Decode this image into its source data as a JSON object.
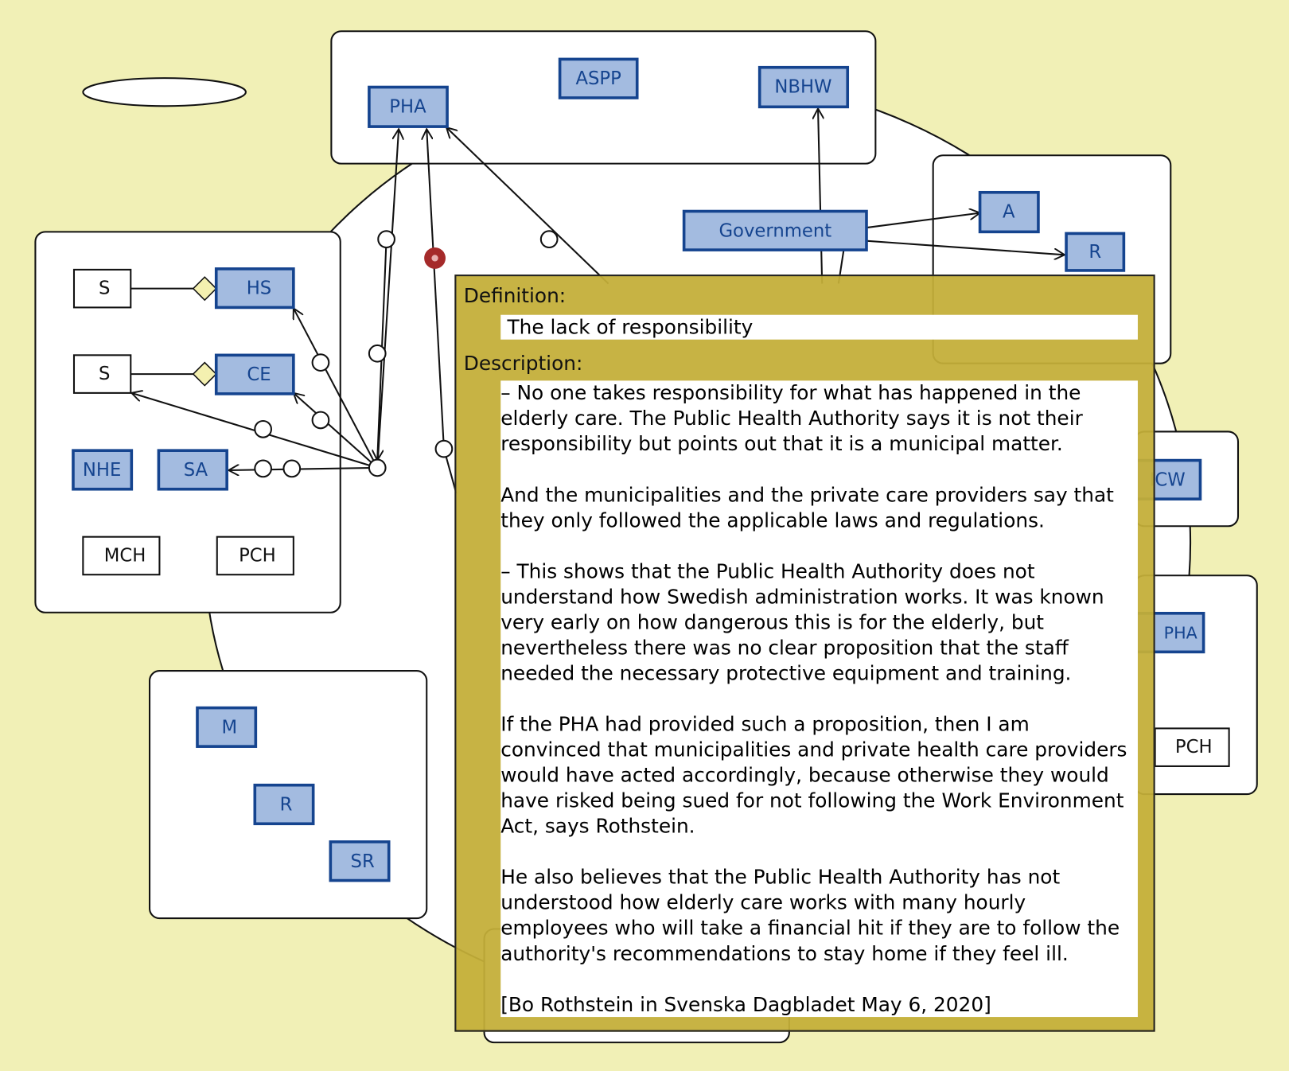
{
  "diagram": {
    "nodes": {
      "pha": "PHA",
      "aspp": "ASPP",
      "nbhw": "NBHW",
      "government": "Government",
      "a": "A",
      "hs": "HS",
      "ce": "CE",
      "nhe": "NHE",
      "sa": "SA",
      "s1": "S",
      "s2": "S",
      "mch": "MCH",
      "pch_left": "PCH",
      "m": "M",
      "r": "R",
      "sr": "SR",
      "icw": "ICW",
      "a_right": "PHA",
      "pch_right": "PCH",
      "r_hidden": "R"
    }
  },
  "popup": {
    "definition_label": "Definition:",
    "definition": "The lack of responsibility",
    "description_label": "Description:",
    "description": "– No one takes responsibility for what has happened in the\nelderly care. The Public Health Authority says it is not their\nresponsibility but points out that it is a municipal matter.\n\nAnd the municipalities and the private care providers say that\nthey only followed the applicable laws and regulations.\n\n– This shows that the Public Health Authority does not\nunderstand how Swedish administration works. It was known\nvery early on how dangerous this is for the elderly, but\nnevertheless there was no clear proposition that the staff\nneeded the necessary protective equipment and training.\n\nIf the PHA had provided such a proposition, then I am\nconvinced that municipalities and private health care providers\nwould have acted accordingly, because otherwise they would\nhave risked being sued for not following the Work Environment\nAct, says Rothstein.\n\nHe also believes that the Public Health Authority has not\nunderstood how elderly care works with many hourly\nemployees who will take a financial hit if they are to follow the\nauthority's recommendations to stay home if they feel ill.\n\n[Bo Rothstein in Svenska Dagbladet May 6, 2020]"
  },
  "colors": {
    "background": "#f1f0b6",
    "node_fill": "#a3bbe0",
    "node_stroke": "#15448f",
    "popup": "#c4ae38",
    "marker": "#a52a2a"
  }
}
